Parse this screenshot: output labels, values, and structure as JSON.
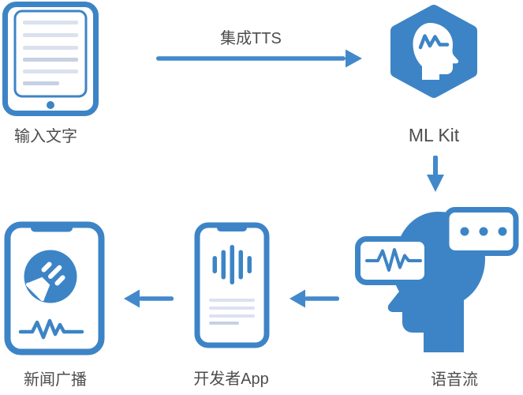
{
  "palette": {
    "blue": "#3d84c6",
    "arrow_blue": "#4289cb",
    "line_light": "#dbe2ee",
    "line_medium": "#c7d1e3",
    "label_color": "#4d4d4d",
    "background": "#ffffff"
  },
  "nodes": {
    "input_text": {
      "label": "输入文字",
      "icon": "tablet-document-icon"
    },
    "ml_kit": {
      "label": "ML Kit",
      "icon": "mlkit-hexagon-head-icon"
    },
    "voice_stream": {
      "label": "语音流",
      "icon": "head-speech-bubbles-icon"
    },
    "developer_app": {
      "label": "开发者App",
      "icon": "phone-audio-waveform-icon"
    },
    "news_broadcast": {
      "label": "新闻广播",
      "icon": "phone-news-speaker-icon"
    }
  },
  "edges": [
    {
      "from": "input_text",
      "to": "ml_kit",
      "label": "集成TTS",
      "direction": "right"
    },
    {
      "from": "ml_kit",
      "to": "voice_stream",
      "label": "",
      "direction": "down"
    },
    {
      "from": "voice_stream",
      "to": "developer_app",
      "label": "",
      "direction": "left"
    },
    {
      "from": "developer_app",
      "to": "news_broadcast",
      "label": "",
      "direction": "left"
    }
  ]
}
